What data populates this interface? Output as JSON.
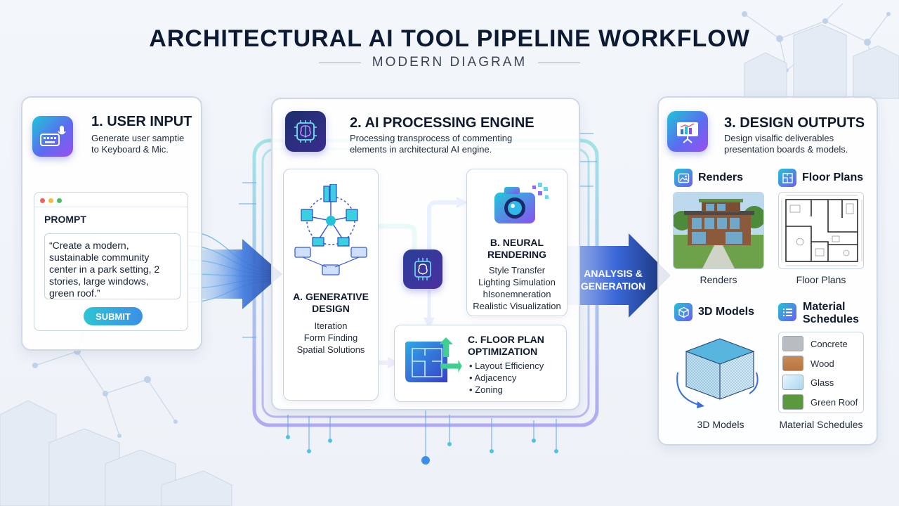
{
  "header": {
    "title": "ARCHITECTURAL AI TOOL PIPELINE WORKFLOW",
    "subtitle": "MODERN DIAGRAM"
  },
  "colors": {
    "accent_cyan": "#22c3d6",
    "accent_blue": "#3b6fe0",
    "accent_purple": "#8b4ff0",
    "dark_navy": "#0d1a33",
    "green": "#3fcf8e"
  },
  "user_input": {
    "heading": "1. USER INPUT",
    "desc_line1": "Generate user samptie",
    "desc_line2": "to Keyboard & Mic.",
    "icon": "keyboard-mic-icon",
    "prompt": {
      "label": "PROMPT",
      "text": "“Create a modern, sustainable community center in a park setting, 2 stories, large windows, green roof.”",
      "submit_label": "SUBMIT"
    }
  },
  "ai_engine": {
    "heading": "2. AI PROCESSING ENGINE",
    "desc_line1": "Processing transprocess of commenting",
    "desc_line2": "elements in architectural AI engine.",
    "icon": "brain-chip-icon",
    "generative": {
      "title_line1": "A. GENERATIVE",
      "title_line2": "DESIGN",
      "items": [
        "Iteration",
        "Form Finding",
        "Spatial Solutions"
      ]
    },
    "neural": {
      "title_line1": "B. NEURAL",
      "title_line2": "RENDERING",
      "items": [
        "Style Transfer",
        "Lighting Simulation",
        "hIsonemneration",
        "Realistic Visualization"
      ]
    },
    "floorplan": {
      "title_line1": "C. FLOOR PLAN",
      "title_line2": "OPTIMIZATION",
      "items": [
        "• Layout Efficiency",
        "• Adjacency",
        "• Zoning"
      ]
    }
  },
  "flow_arrow": {
    "line1": "ANALYSIS &",
    "line2": "GENERATION"
  },
  "outputs": {
    "heading": "3. DESIGN OUTPUTS",
    "desc_line1": "Design visalfic deliverables",
    "desc_line2": "presentation boards & models.",
    "icon": "presentation-board-icon",
    "renders": {
      "label": "Renders",
      "caption": "Renders",
      "icon": "image-icon"
    },
    "floor_plans": {
      "label": "Floor Plans",
      "caption": "Floor Plans",
      "icon": "floorplan-icon"
    },
    "models_3d": {
      "label": "3D Models",
      "caption": "3D Models",
      "icon": "cube-icon"
    },
    "materials": {
      "label_line1": "Material",
      "label_line2": "Schedules",
      "caption": "Material Schedules",
      "icon": "list-icon",
      "items": [
        {
          "name": "Concrete",
          "color": "#b9bcc0"
        },
        {
          "name": "Wood",
          "color": "#c98a55"
        },
        {
          "name": "Glass",
          "color": "#cfe9f7"
        },
        {
          "name": "Green Roof",
          "color": "#5a9a3c"
        }
      ]
    }
  }
}
